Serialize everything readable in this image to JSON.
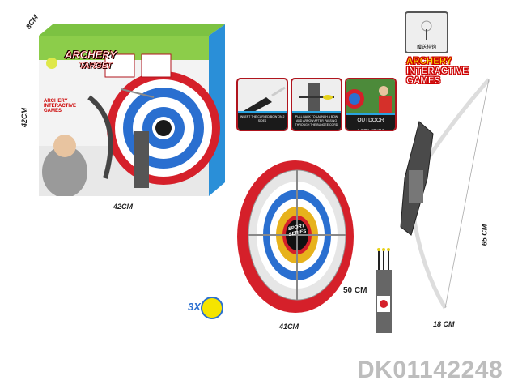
{
  "box": {
    "depth_label": "8CM",
    "height_label": "42CM",
    "width_label": "42CM",
    "brand_title_line1": "ARCHERY",
    "brand_title_line2": "TARGET",
    "side_text": "ARCHERY INTERACTIVE GAMES"
  },
  "hook": {
    "caption": "赠送挂钩"
  },
  "headline": {
    "line1": "ARCHERY",
    "line2": "INTERACTIVE",
    "line3": "GAMES",
    "line1_color": "#f5e400",
    "other_color": "#ffffff",
    "stroke_color": "#c8101a"
  },
  "feature_tiles": [
    {
      "caption": "INSERT THE CURVED BOW ON 2 SIDES"
    },
    {
      "caption": "PULL BACK TO LAUNCH A BOW AND ARROW AFTER PASSING THROUGH THE BUNGEE CORD"
    },
    {
      "caption": "OUTDOOR ACTIVITIES"
    }
  ],
  "target": {
    "center_text_1": "SPORT",
    "center_text_2": "SERIES",
    "diameter_label": "41CM",
    "ring_color": "#d5202a"
  },
  "arrows": {
    "length_label": "50 CM",
    "badge_text": "3X"
  },
  "bow": {
    "height_label": "65 CM",
    "width_label": "18 CM"
  },
  "product_code": "DK01142248"
}
